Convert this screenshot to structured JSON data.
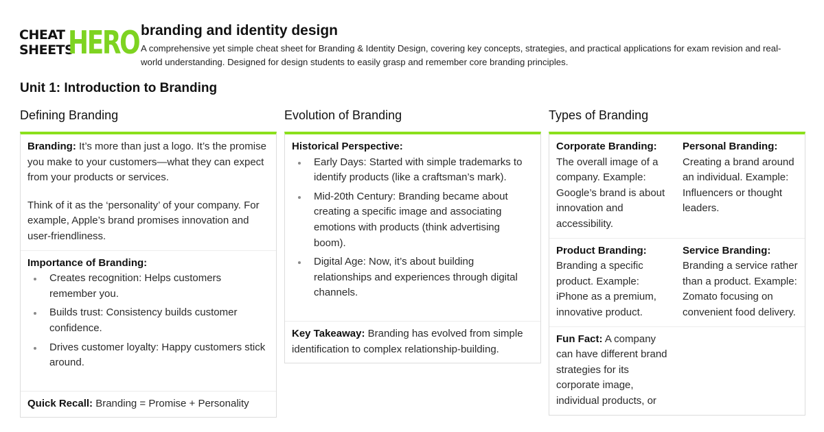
{
  "logo": {
    "line1": "CHEAT",
    "line2": "SHEETS",
    "hero": "HERO",
    "accent_color": "#7ed321"
  },
  "header": {
    "title": "branding and identity design",
    "description": "A comprehensive yet simple cheat sheet for Branding & Identity Design, covering key concepts, strategies, and practical applications for exam revision and real-world understanding. Designed for design students to easily grasp and remember core branding principles."
  },
  "unit": {
    "title": "Unit 1: Introduction to Branding"
  },
  "theme": {
    "card_accent": "#8be01c",
    "border": "#dcdcdc"
  },
  "columns": [
    {
      "title": "Defining Branding",
      "sections": [
        {
          "label": "Branding:",
          "text": " It’s more than just a logo. It’s the promise you make to your customers—what they can expect from your products or services.",
          "para2": "Think of it as the ‘personality’ of your company. For example, Apple’s brand promises innovation and user-friendliness."
        },
        {
          "label": "Importance of Branding:",
          "bullets": [
            "Creates recognition: Helps customers remember you.",
            "Builds trust: Consistency builds customer confidence.",
            "Drives customer loyalty: Happy customers stick around."
          ]
        },
        {
          "label": "Quick Recall:",
          "text": " Branding = Promise + Personality"
        }
      ]
    },
    {
      "title": "Evolution of Branding",
      "sections": [
        {
          "label": "Historical Perspective:",
          "bullets": [
            "Early Days: Started with simple trademarks to identify products (like a craftsman’s mark).",
            "Mid-20th Century: Branding became about creating a specific image and associating emotions with products (think advertising boom).",
            "Digital Age: Now, it’s about building relationships and experiences through digital channels."
          ]
        },
        {
          "label": "Key Takeaway:",
          "text": " Branding has evolved from simple identification to complex relationship-building."
        }
      ]
    },
    {
      "title": "Types of Branding",
      "types": [
        {
          "label": "Corporate Branding:",
          "text": "The overall image of a company. Example: Google’s brand is about innovation and accessibility."
        },
        {
          "label": "Personal Branding:",
          "text": "Creating a brand around an individual. Example: Influencers or thought leaders."
        },
        {
          "label": "Product Branding:",
          "text": "Branding a specific product. Example: iPhone as a premium, innovative product."
        },
        {
          "label": "Service Branding:",
          "text": "Branding a service rather than a product. Example: Zomato focusing on convenient food delivery."
        }
      ],
      "fun_fact": {
        "label": "Fun Fact:",
        "text": " A company can have different brand strategies for its corporate image, individual products, or"
      }
    }
  ]
}
